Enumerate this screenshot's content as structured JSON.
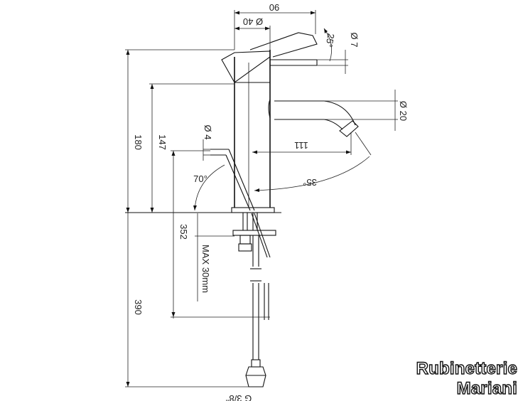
{
  "dimensions": {
    "top_width": "90",
    "body_diameter": "Ø 40",
    "lever_diameter": "Ø 7",
    "lever_angle": "25°",
    "spout_diameter": "Ø 20",
    "height_total": "180",
    "height_spout": "147",
    "drain_rod_diameter": "Ø 4",
    "drain_angle": "70°",
    "spout_reach": "111",
    "spout_angle": "35°",
    "under_counter": "352",
    "max_thickness": "MAX 30mm",
    "hose_length": "390",
    "connection_thread": "G 3/8\""
  },
  "brand": {
    "line1": "Rubinetterie",
    "line2": "Mariani"
  }
}
